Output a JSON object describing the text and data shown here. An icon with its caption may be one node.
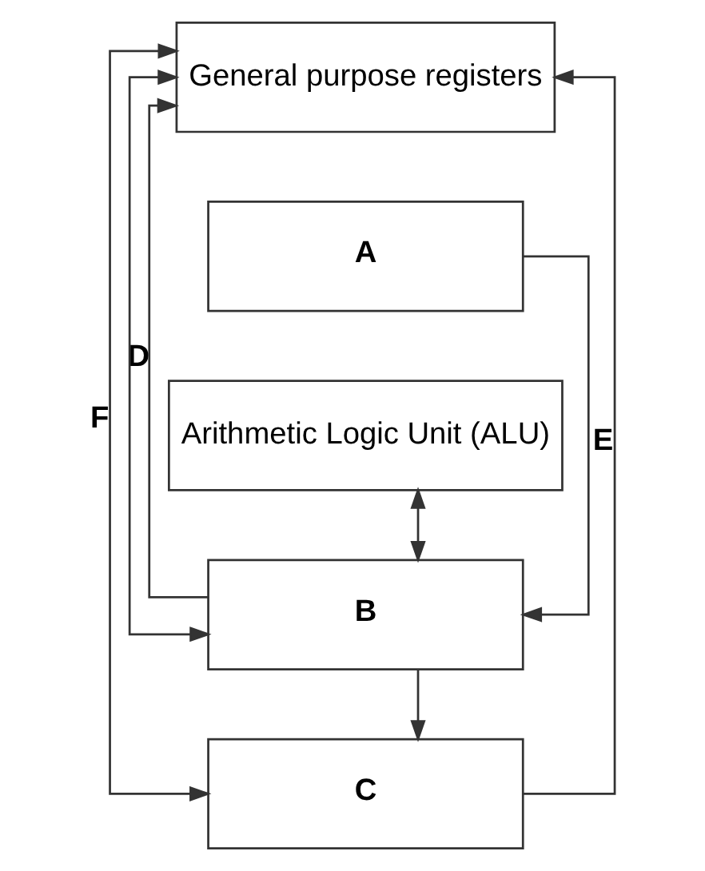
{
  "diagram": {
    "nodes": [
      {
        "text": [
          "General purpose registers"
        ]
      },
      {
        "text": [
          "A"
        ]
      },
      {
        "text": [
          "Arithmetic Logic Unit (ALU)"
        ]
      },
      {
        "text": [
          "B"
        ]
      },
      {
        "text": [
          "C"
        ]
      }
    ],
    "edges": [
      {
        "from": 1,
        "to": 3,
        "arrow": "to"
      },
      {
        "from": 2,
        "to": 3,
        "arrow": "both"
      },
      {
        "from": 3,
        "to": 0,
        "arrow": "to",
        "label": "D"
      },
      {
        "from": 3,
        "to": 4,
        "arrow": "to"
      },
      {
        "from": 4,
        "to": 0,
        "arrow": "to",
        "label": "E"
      },
      {
        "from": 3,
        "to": 0,
        "arrow": "both"
      },
      {
        "from": 0,
        "to": 4,
        "arrow": "both",
        "label": "F"
      }
    ]
  }
}
